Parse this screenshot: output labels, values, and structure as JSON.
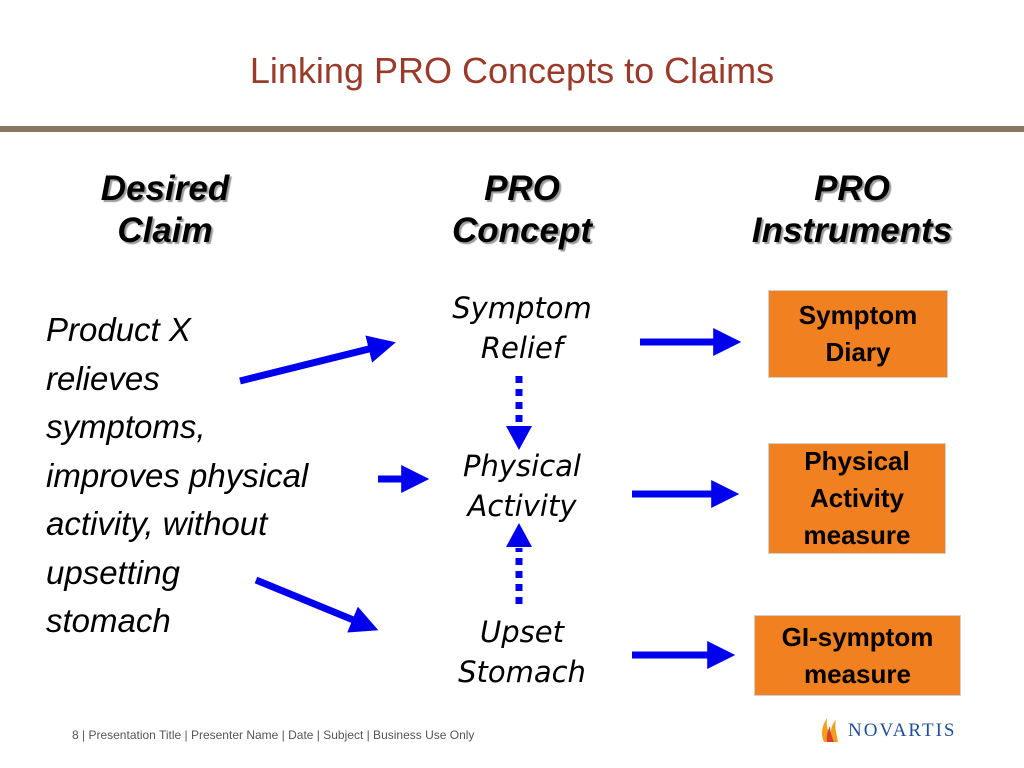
{
  "title": "Linking PRO Concepts to Claims",
  "headers": {
    "claim": "Desired\nClaim",
    "concept": "PRO\nConcept",
    "instruments": "PRO\nInstruments"
  },
  "claim_text": "Product X\nrelieves\nsymptoms,\nimproves physical\nactivity, without\nupsetting\nstomach",
  "concepts": {
    "symptom_relief": "Symptom\nRelief",
    "physical_activity": "Physical\nActivity",
    "upset_stomach": "Upset\nStomach"
  },
  "instruments": {
    "symptom_diary": "Symptom\nDiary",
    "physical_activity_measure": "Physical\nActivity\nmeasure",
    "gi_symptom_measure": "GI-symptom\nmeasure"
  },
  "footer": "8 | Presentation Title | Presenter Name | Date | Subject | Business Use Only",
  "logo_text": "NOVARTIS",
  "colors": {
    "title": "#9a3a2a",
    "arrow": "#0000ee",
    "box": "#f08020",
    "rule": "#8a7560",
    "logo": "#1f4e9a"
  }
}
